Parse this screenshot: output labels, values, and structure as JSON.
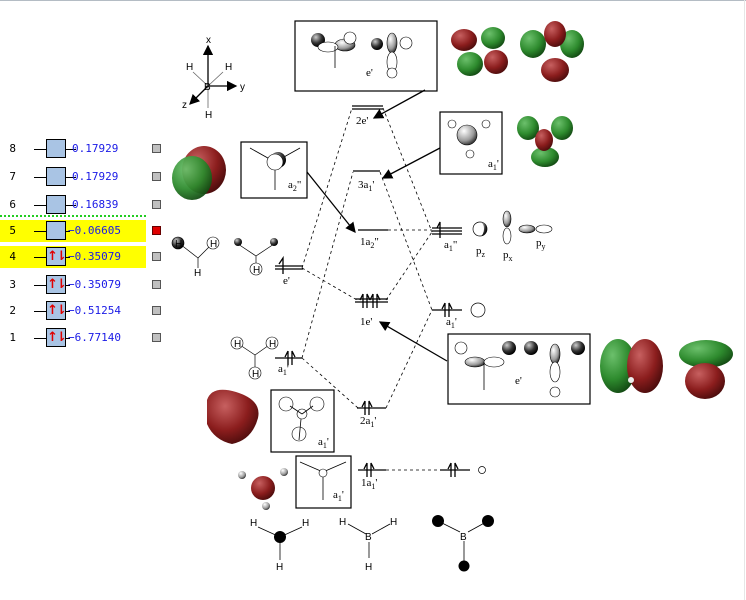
{
  "orbital_list": {
    "rows": [
      {
        "index": "8",
        "energy": "0.17929",
        "occupied": false,
        "highlighted": false,
        "selected": false
      },
      {
        "index": "7",
        "energy": "0.17929",
        "occupied": false,
        "highlighted": false,
        "selected": false
      },
      {
        "index": "6",
        "energy": "0.16839",
        "occupied": false,
        "highlighted": false,
        "selected": false
      },
      {
        "index": "5",
        "energy": "−0.06605",
        "occupied": false,
        "highlighted": true,
        "selected": true
      },
      {
        "index": "4",
        "energy": "−0.35079",
        "occupied": true,
        "highlighted": true,
        "selected": false
      },
      {
        "index": "3",
        "energy": "−0.35079",
        "occupied": true,
        "highlighted": false,
        "selected": false
      },
      {
        "index": "2",
        "energy": "−0.51254",
        "occupied": true,
        "highlighted": false,
        "selected": false
      },
      {
        "index": "1",
        "energy": "−6.77140",
        "occupied": true,
        "highlighted": false,
        "selected": false
      }
    ],
    "spin_symbol": "↑⇂",
    "colors": {
      "box": "#a9c4e4",
      "energy_text": "#1a1ae6",
      "highlight": "#ffff00",
      "homo_lumo_line": "#22cc22",
      "spin": "#e00000",
      "selected_check": "#e00000"
    }
  },
  "axes": {
    "x": "x",
    "y": "y",
    "z": "z",
    "atom_center": "B",
    "atom_h": "H"
  },
  "mo_levels": {
    "bh3": [
      "2e'",
      "3a₁'",
      "1a₂\"",
      "1e'",
      "2a₁'",
      "1a₁'"
    ],
    "h3_fragment": [
      "e'",
      "a₁'"
    ],
    "boron": [
      "a₁\"",
      "a₁'"
    ]
  },
  "labels": {
    "level_2e": "2e'",
    "level_3a1": "3a",
    "level_1a2": "1a",
    "level_1e": "1e'",
    "level_2a1": "2a",
    "level_1a1": "1a",
    "frag_e": "e'",
    "frag_a1": "a",
    "boron_a1pp": "a",
    "boron_a1p": "a",
    "sub1": "1",
    "sub2": "2",
    "prime": "'",
    "dprime": "\"",
    "box_e_top": "e'",
    "box_a1_top": "a",
    "box_a2": "a",
    "box_e_bottom": "e'",
    "box_a1_mid": "a",
    "box_a1_low": "a",
    "pz": "p",
    "px": "p",
    "py": "p",
    "sub_z": "z",
    "sub_x": "x",
    "sub_y": "y"
  },
  "structures": {
    "atom_h": "H",
    "atom_b": "B"
  },
  "colors": {
    "lobe_red": "#8b1d1d",
    "lobe_green": "#2e8b2e",
    "line": "#000000"
  }
}
